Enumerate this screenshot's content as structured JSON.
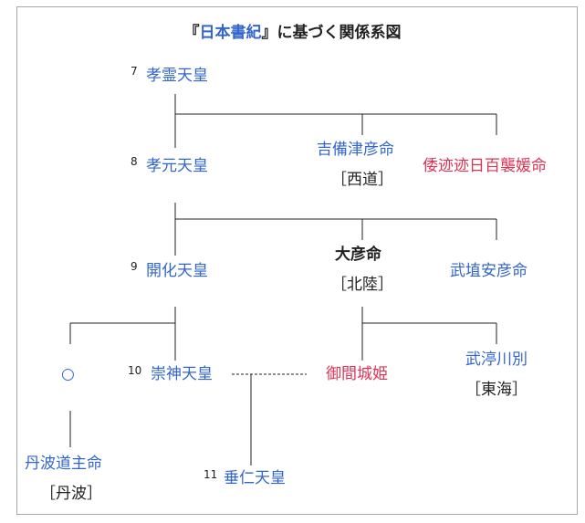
{
  "title": {
    "open_bracket": "『",
    "book": "日本書紀",
    "close_bracket": "』",
    "rest": "に基づく関係系図"
  },
  "nodes": {
    "korei": {
      "num": "7",
      "name": "孝霊天皇"
    },
    "kogen": {
      "num": "8",
      "name": "孝元天皇"
    },
    "kibitsuhiko": {
      "name": "吉備津彦命",
      "region": "［西道］"
    },
    "yamatototohi": {
      "name": "倭迹迹日百襲媛命"
    },
    "kaika": {
      "num": "9",
      "name": "開化天皇"
    },
    "ohiko": {
      "name": "大彦命",
      "region": "［北陸］"
    },
    "takehaniyasu": {
      "name": "武埴安彦命"
    },
    "unknown": {
      "name": "○"
    },
    "sujin": {
      "num": "10",
      "name": "崇神天皇"
    },
    "mimakihime": {
      "name": "御間城姫"
    },
    "takenunakawawake": {
      "name": "武渟川別",
      "region": "［東海］"
    },
    "tanbamichinushi": {
      "name": "丹波道主命",
      "region": "［丹波］"
    },
    "suinin": {
      "num": "11",
      "name": "垂仁天皇"
    }
  }
}
